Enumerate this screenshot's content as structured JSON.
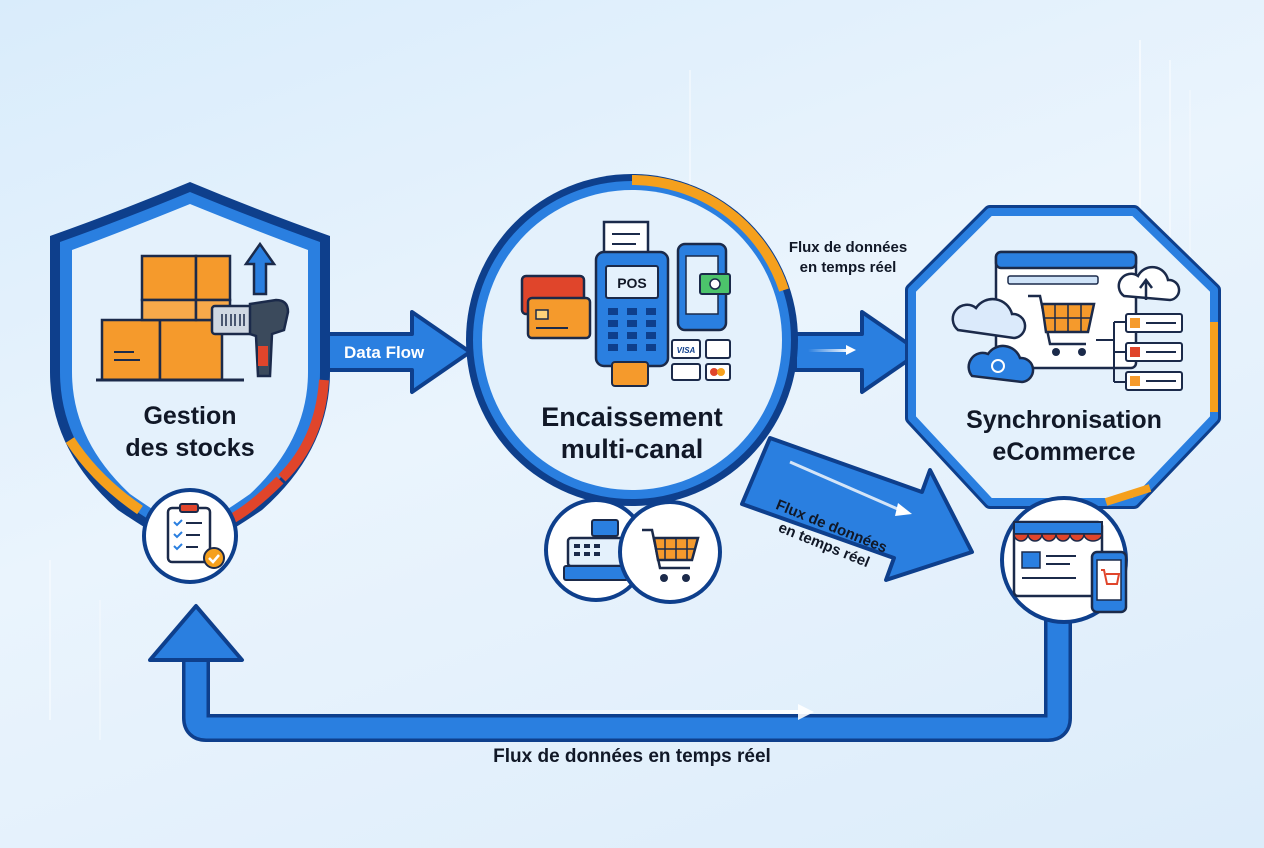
{
  "nodes": {
    "stock": {
      "title_line1": "Gestion",
      "title_line2": "des stocks"
    },
    "pos": {
      "title_line1": "Encaissement",
      "title_line2": "multi-canal",
      "pos_label": "POS",
      "card_brand": "VISA"
    },
    "ecom": {
      "title_line1": "Synchronisation",
      "title_line2": "eCommerce"
    }
  },
  "flows": {
    "stock_to_pos": "Data Flow",
    "pos_to_ecom_line1": "Flux de données",
    "pos_to_ecom_line2": "en temps réel",
    "pos_to_store_line1": "Flux de données",
    "pos_to_store_line2": "en temps réel",
    "return_flow": "Flux de données en temps réel"
  },
  "colors": {
    "primary_blue": "#1f6fd1",
    "accent_orange": "#f5a01d",
    "accent_red": "#e0452b",
    "node_fill": "#e4f1fc"
  }
}
